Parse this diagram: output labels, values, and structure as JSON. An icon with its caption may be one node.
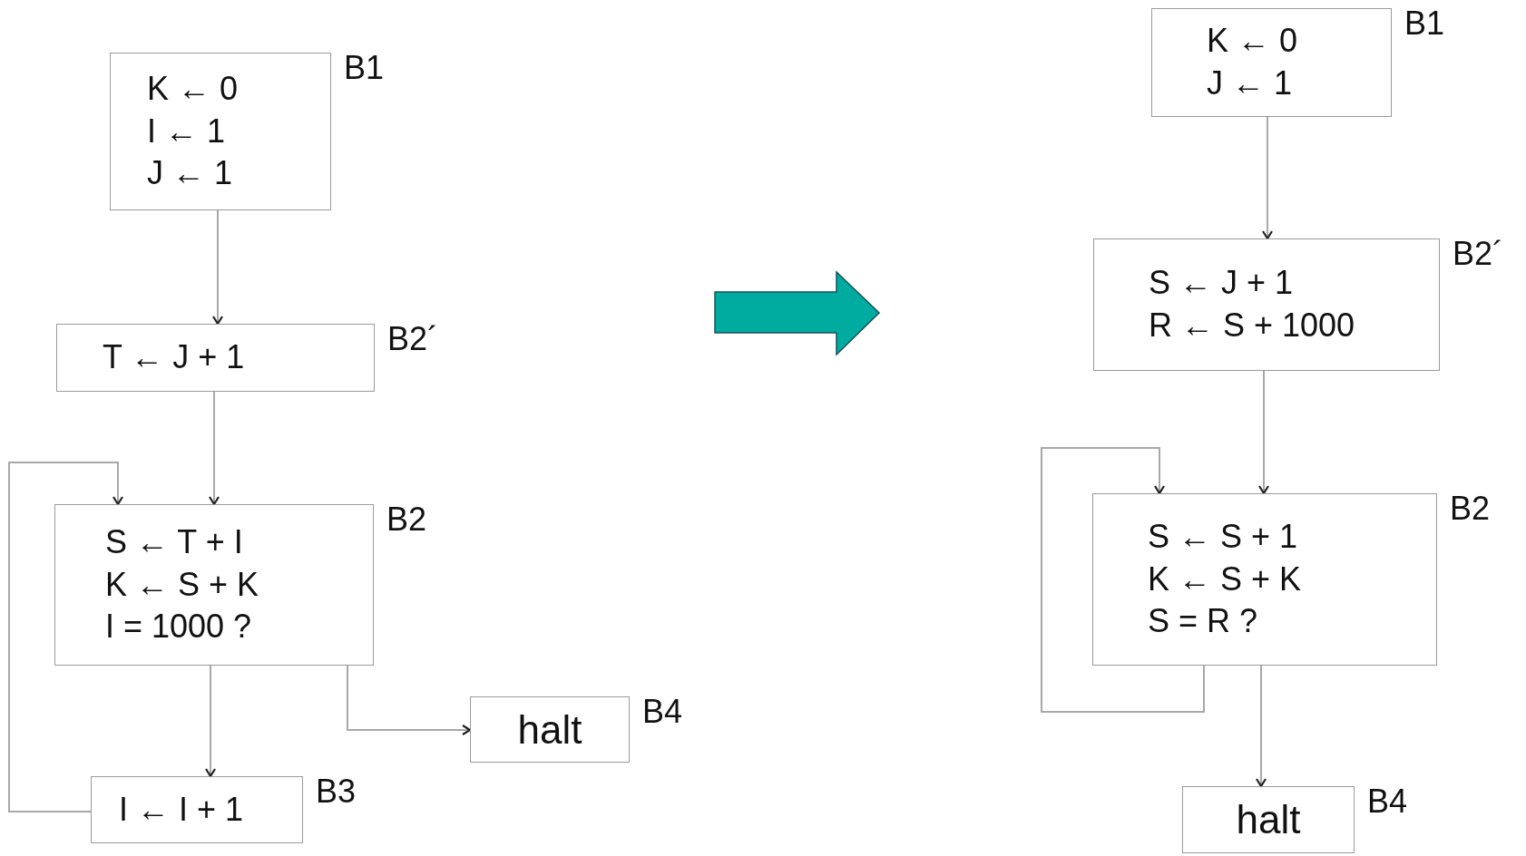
{
  "diagram": {
    "nodes": [
      {
        "text": [
          "K ← 0",
          "I ← 1",
          "J ← 1"
        ],
        "beside": [
          "B1"
        ]
      },
      {
        "text": [
          "T ← J + 1"
        ],
        "beside": [
          "B2´"
        ]
      },
      {
        "text": [
          "S ← T + I",
          "K ← S + K",
          "I = 1000 ?"
        ],
        "beside": [
          "B2"
        ]
      },
      {
        "text": [
          "halt"
        ],
        "beside": [
          "B4"
        ]
      },
      {
        "text": [
          "I ← I + 1"
        ],
        "beside": [
          "B3"
        ]
      },
      {
        "text": [
          "K ← 0",
          "J ← 1"
        ],
        "beside": [
          "B1"
        ]
      },
      {
        "text": [
          "S ← J + 1",
          "R ← S + 1000"
        ],
        "beside": [
          "B2´"
        ]
      },
      {
        "text": [
          "S ← S + 1",
          "K ← S + K",
          "S = R ?"
        ],
        "beside": [
          "B2"
        ]
      },
      {
        "text": [
          "halt"
        ],
        "beside": [
          "B4"
        ]
      }
    ],
    "edges": [
      {
        "from": 0,
        "to": 1,
        "arrow": "to"
      },
      {
        "from": 1,
        "to": 2,
        "arrow": "to"
      },
      {
        "from": 2,
        "to": 4,
        "arrow": "to"
      },
      {
        "from": 2,
        "to": 3,
        "arrow": "to"
      },
      {
        "from": 4,
        "to": 2,
        "arrow": "to"
      },
      {
        "from": 5,
        "to": 6,
        "arrow": "to"
      },
      {
        "from": 6,
        "to": 7,
        "arrow": "to"
      },
      {
        "from": 7,
        "to": 7,
        "arrow": "to"
      },
      {
        "from": 7,
        "to": 8,
        "arrow": "to"
      }
    ]
  }
}
